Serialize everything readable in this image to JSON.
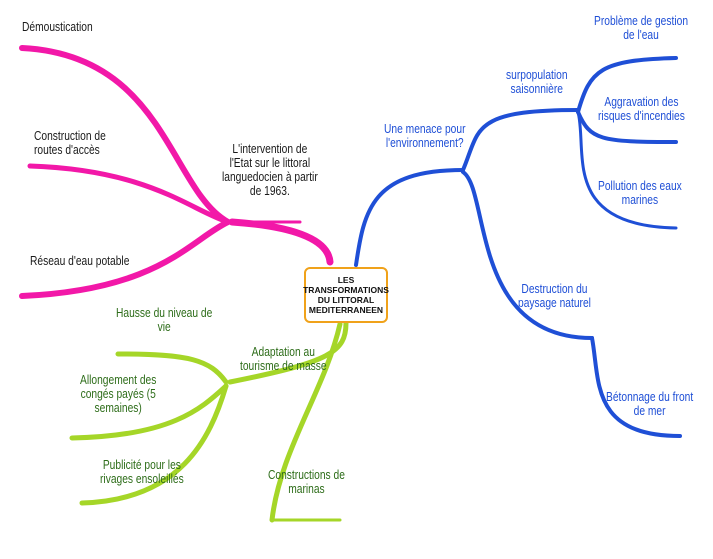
{
  "center": "LES TRANSFORMATIONS\nDU LITTORAL\nMEDITERRANEEN",
  "colors": {
    "pink": "#f218a8",
    "blue": "#1f4fd6",
    "green": "#a5d628",
    "center_border": "#f0a21a"
  },
  "branches": {
    "intervention": {
      "label": "L'intervention de\nl'Etat sur le littoral\nlanguedocien à partir\nde 1963.",
      "children": [
        "Démoustication",
        "Construction de\nroutes d'accès",
        "Réseau d'eau potable"
      ]
    },
    "menace": {
      "label": "Une menace pour\nl'environnement?",
      "surpopulation": {
        "label": "surpopulation\nsaisonnière",
        "children": [
          "Problème de gestion\nde l'eau",
          "Aggravation des\nrisques d'incendies",
          "Pollution des eaux\nmarines"
        ]
      },
      "destruction": {
        "label": "Destruction du\npaysage naturel",
        "children": [
          "Bétonnage du front\nde mer"
        ]
      }
    },
    "adaptation": {
      "label": "Adaptation au\ntourisme de masse",
      "children": [
        "Hausse du niveau de\nvie",
        "Allongement des\ncongés payés (5\nsemaines)",
        "Publicité pour les\nrivages ensoleillés"
      ]
    },
    "marinas": {
      "label": "Constructions de\nmarinas"
    }
  }
}
